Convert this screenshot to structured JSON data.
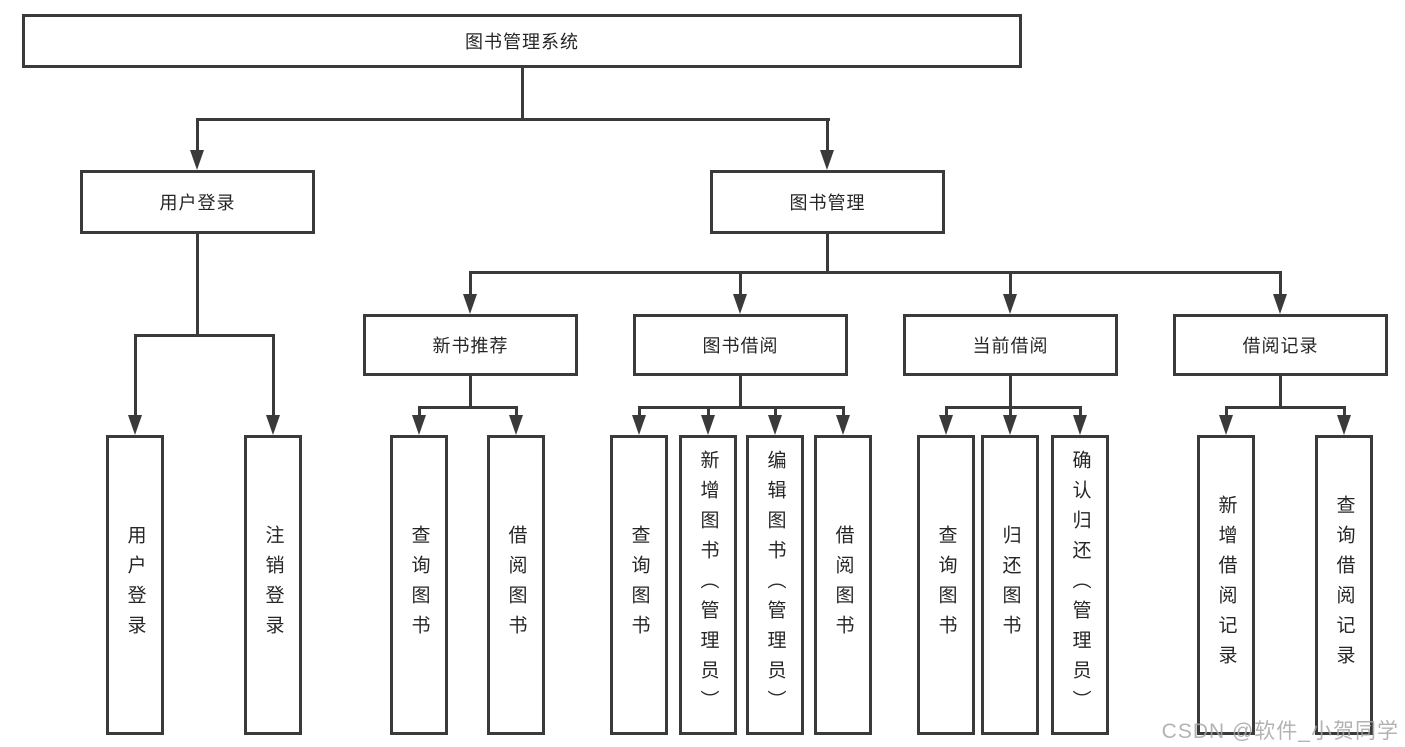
{
  "diagram": {
    "root": {
      "label": "图书管理系统"
    },
    "login": {
      "label": "用户登录",
      "children": [
        {
          "label": "用户登录"
        },
        {
          "label": "注销登录"
        }
      ]
    },
    "manage": {
      "label": "图书管理",
      "sections": [
        {
          "label": "新书推荐",
          "children": [
            {
              "label": "查询图书"
            },
            {
              "label": "借阅图书"
            }
          ]
        },
        {
          "label": "图书借阅",
          "children": [
            {
              "label": "查询图书"
            },
            {
              "label": "新增图书（管理员）"
            },
            {
              "label": "编辑图书（管理员）"
            },
            {
              "label": "借阅图书"
            }
          ]
        },
        {
          "label": "当前借阅",
          "children": [
            {
              "label": "查询图书"
            },
            {
              "label": "归还图书"
            },
            {
              "label": "确认归还（管理员）"
            }
          ]
        },
        {
          "label": "借阅记录",
          "children": [
            {
              "label": "新增借阅记录"
            },
            {
              "label": "查询借阅记录"
            }
          ]
        }
      ]
    },
    "watermark": "CSDN @软件_小贺同学"
  }
}
